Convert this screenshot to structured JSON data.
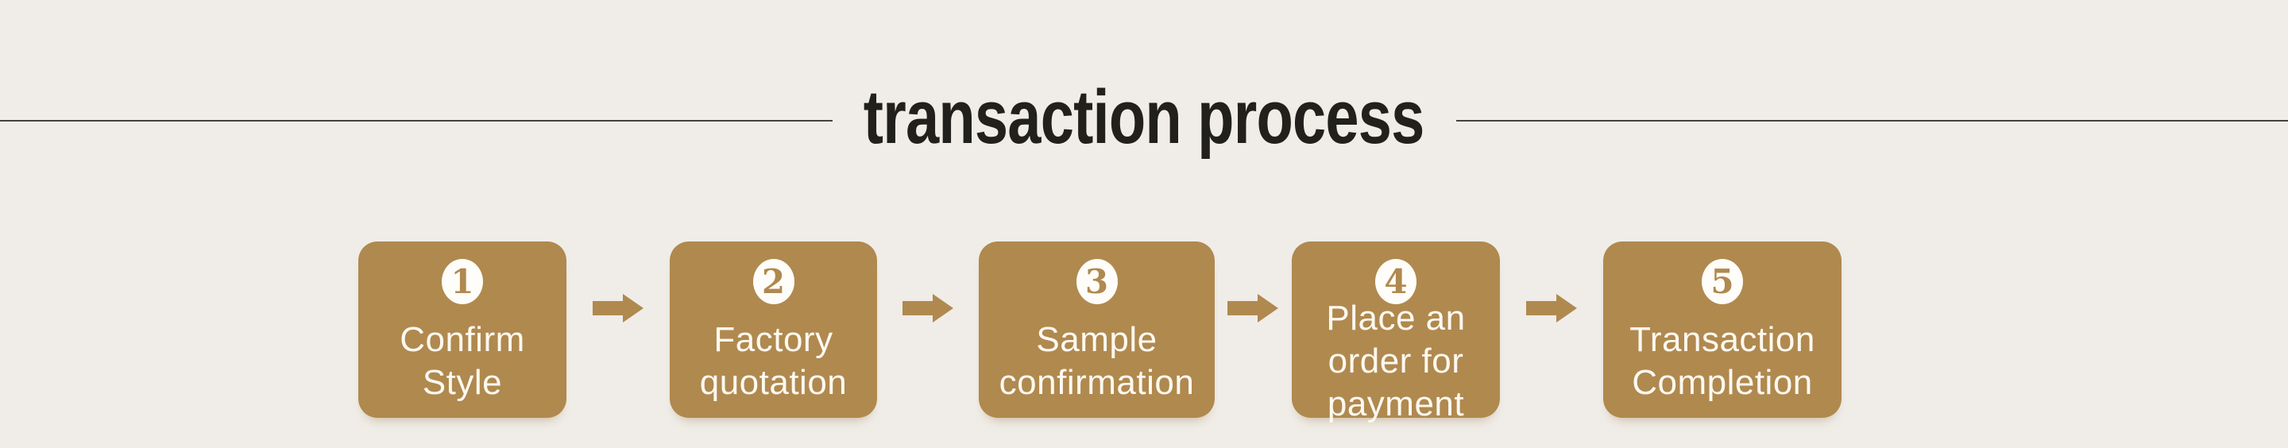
{
  "slide": {
    "title": "transaction process",
    "process": {
      "steps": [
        {
          "number": "1",
          "label": "Confirm\nStyle"
        },
        {
          "number": "2",
          "label": "Factory\nquotation"
        },
        {
          "number": "3",
          "label": "Sample\nconfirmation"
        },
        {
          "number": "4",
          "label": "Place an\norder for\npayment"
        },
        {
          "number": "5",
          "label": "Transaction\nCompletion"
        }
      ],
      "connector_icon": "right-block-arrow"
    },
    "colors": {
      "background": "#f0ede8",
      "step_box": "#b0894f",
      "step_text": "#fdf9f1",
      "number_badge_bg": "#fffdf9",
      "number_badge_text": "#b0894f",
      "title_text": "#21201c",
      "rule_line": "#45433f",
      "arrow": "#b0894f"
    }
  }
}
